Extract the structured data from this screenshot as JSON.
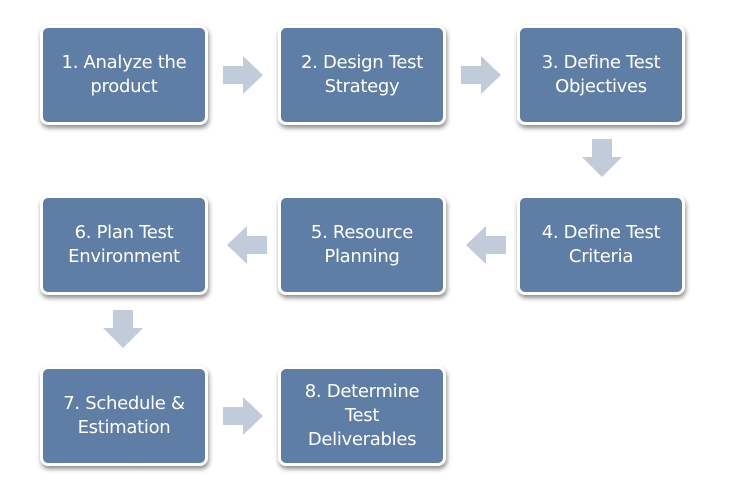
{
  "steps": [
    {
      "label": "1. Analyze the\nproduct"
    },
    {
      "label": "2. Design Test\nStrategy"
    },
    {
      "label": "3. Define Test\nObjectives"
    },
    {
      "label": "4. Define Test\nCriteria"
    },
    {
      "label": "5. Resource\nPlanning"
    },
    {
      "label": "6. Plan Test\nEnvironment"
    },
    {
      "label": "7. Schedule &\nEstimation"
    },
    {
      "label": "8. Determine Test\nDeliverables"
    }
  ],
  "colors": {
    "box_fill": "#5f7ea6",
    "box_border": "#ffffff",
    "arrow_fill": "#c2cbd9",
    "text": "#ffffff"
  },
  "icons": {
    "arrow_right": "arrow-right-icon",
    "arrow_left": "arrow-left-icon",
    "arrow_down": "arrow-down-icon"
  }
}
